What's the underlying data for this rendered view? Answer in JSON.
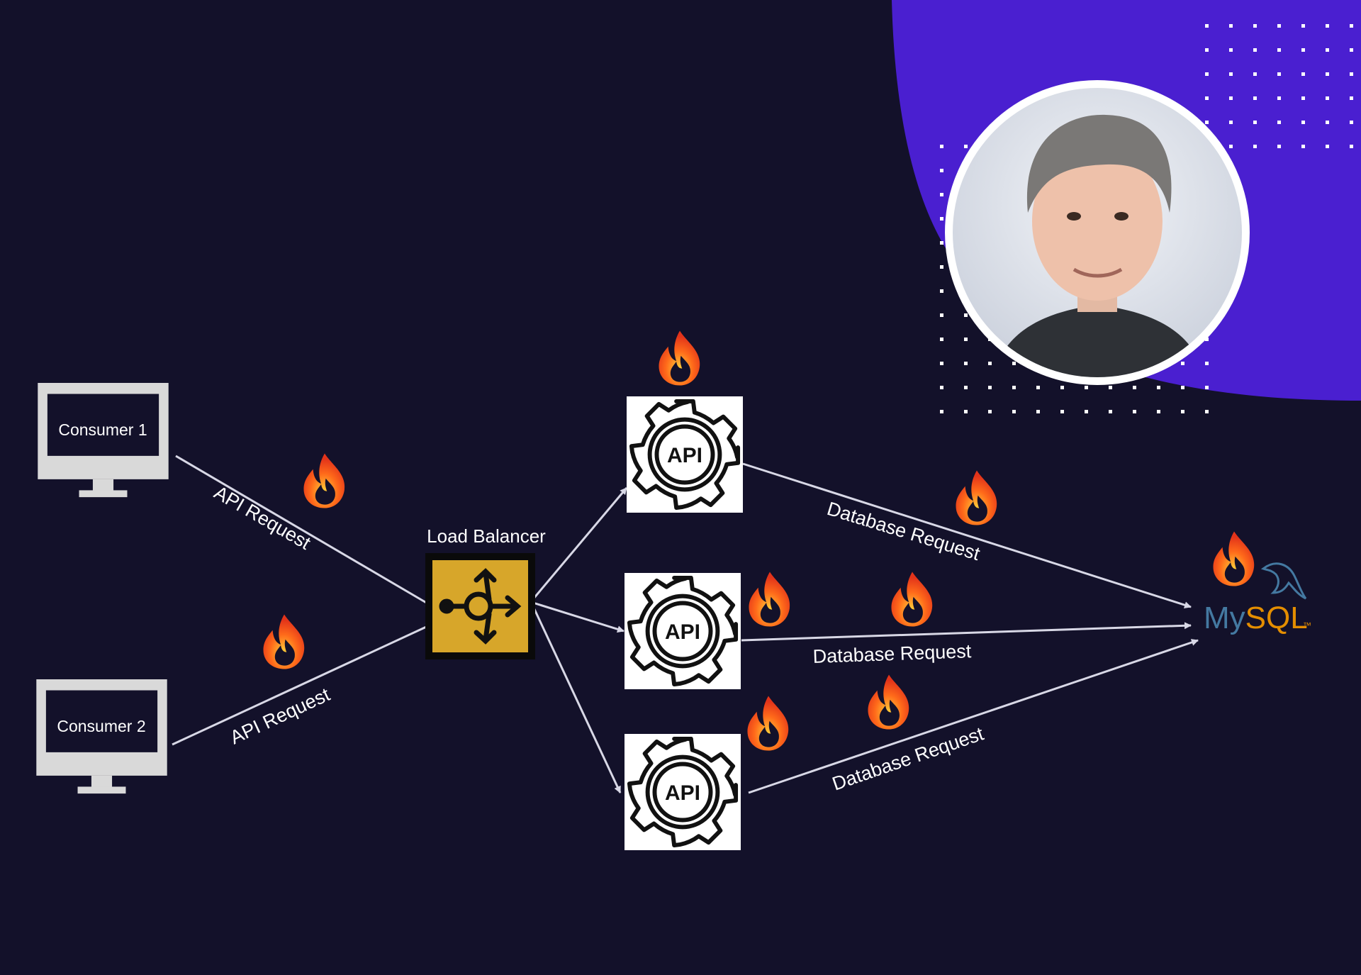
{
  "colors": {
    "background": "#13112a",
    "accent_purple": "#4a1fd0",
    "load_balancer_gold": "#d7a62a",
    "monitor_grey": "#d9d9d9",
    "flame_orange": "#ff5a1a",
    "mysql_blue": "#4479a1",
    "mysql_orange": "#e48e00"
  },
  "consumers": [
    {
      "label": "Consumer 1",
      "icon": "monitor-icon"
    },
    {
      "label": "Consumer 2",
      "icon": "monitor-icon"
    }
  ],
  "load_balancer": {
    "label": "Load Balancer",
    "icon": "load-balancer-icon"
  },
  "api_nodes": [
    {
      "label": "API",
      "icon": "gear-icon"
    },
    {
      "label": "API",
      "icon": "gear-icon"
    },
    {
      "label": "API",
      "icon": "gear-icon"
    }
  ],
  "database": {
    "logo_text": "MySQL",
    "trademark": "™",
    "icon": "dolphin-icon"
  },
  "edges": [
    {
      "from": "Consumer 1",
      "to": "Load Balancer",
      "label": "API Request"
    },
    {
      "from": "Consumer 2",
      "to": "Load Balancer",
      "label": "API Request"
    },
    {
      "from": "Load Balancer",
      "to": "API 1",
      "label": ""
    },
    {
      "from": "Load Balancer",
      "to": "API 2",
      "label": ""
    },
    {
      "from": "Load Balancer",
      "to": "API 3",
      "label": ""
    },
    {
      "from": "API 1",
      "to": "MySQL",
      "label": "Database Request"
    },
    {
      "from": "API 2",
      "to": "MySQL",
      "label": "Database Request"
    },
    {
      "from": "API 3",
      "to": "MySQL",
      "label": "Database Request"
    }
  ],
  "decorations": {
    "flame_icon": "codeigniter-flame-icon",
    "presenter_photo": "presenter-avatar"
  }
}
